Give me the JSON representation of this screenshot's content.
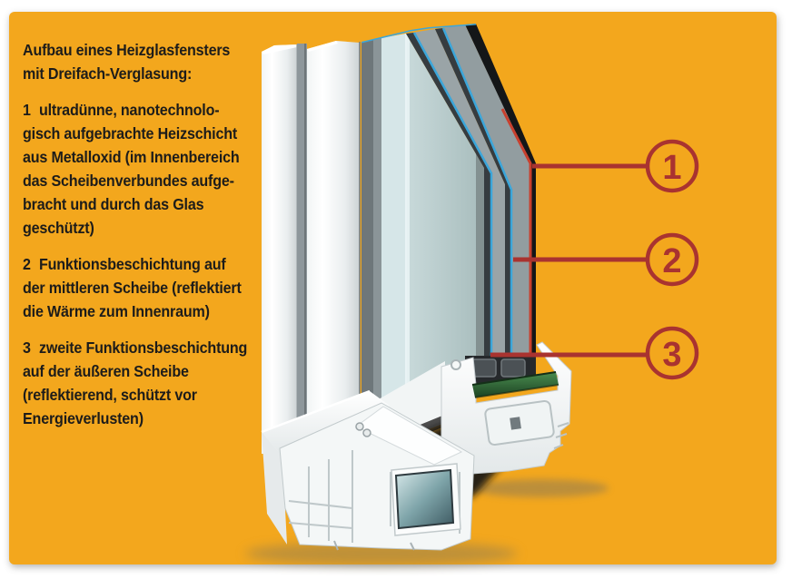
{
  "panel": {
    "background_color": "#F3A71D",
    "page_background_color": "#FFFFFF"
  },
  "description": {
    "heading": "Aufbau eines Heizglasfensters\nmit Dreifach-Verglasung:",
    "items": [
      {
        "number": "1",
        "text": "ultradünne, nanotechnolo-\ngisch aufgebrachte Heizschicht\naus Metalloxid (im Innenbereich\ndas Scheibenverbundes aufge-\nbracht und durch das Glas\ngeschützt)"
      },
      {
        "number": "2",
        "text": "Funktionsbeschichtung auf\nder mittleren Scheibe (reflektiert\ndie Wärme zum Innenraum)"
      },
      {
        "number": "3",
        "text": "zweite Funktionsbeschichtung\nauf der äußeren Scheibe\n(reflektierend, schützt vor\nEnergieverlusten)"
      }
    ]
  },
  "callouts": [
    {
      "number": "1"
    },
    {
      "number": "2"
    },
    {
      "number": "3"
    }
  ],
  "colors": {
    "callout_red": "#A93330",
    "heating_layer_red": "#C8402E",
    "coating_cyan": "#3BA6DA",
    "glazing_bridge_green": "#2F6F3A",
    "steel_teal": "#7EA4A9",
    "text_black": "#1D1C1A"
  }
}
